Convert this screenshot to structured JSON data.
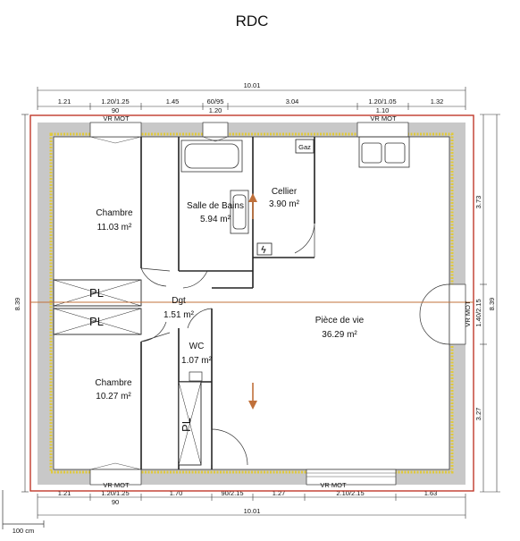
{
  "title": "RDC",
  "rooms": {
    "chambre1": {
      "name": "Chambre",
      "area": "11.03 m²"
    },
    "chambre2": {
      "name": "Chambre",
      "area": "10.27 m²"
    },
    "sdb": {
      "name": "Salle de Bains",
      "area": "5.94 m²"
    },
    "cellier": {
      "name": "Cellier",
      "area": "3.90 m²"
    },
    "dgt": {
      "name": "Dgt",
      "area": "1.51 m²"
    },
    "wc": {
      "name": "WC",
      "area": "1.07 m²"
    },
    "sejour": {
      "name": "Pièce de vie",
      "area": "36.29 m²"
    }
  },
  "labels": {
    "gaz": "Gaz",
    "pl1": "PL",
    "pl2": "PL",
    "pl3": "PL",
    "vrmot_top_left": "VR MOT",
    "vrmot_top_right": "VR MOT",
    "vrmot_bottom_left": "VR MOT",
    "vrmot_bottom_right": "VR MOT",
    "vrmot_right": "VR MOT",
    "scale": "100 cm"
  },
  "dims": {
    "top_total": "10.01",
    "top": [
      "1.21",
      "1.20/1.25",
      "1.45",
      "60/95",
      "3.04",
      "1.20/1.05",
      "1.32"
    ],
    "top_sub": [
      "90",
      "1.20",
      "1.10"
    ],
    "bottom": [
      "1.21",
      "1.20/1.25",
      "1.70",
      "90/2.15",
      "1.27",
      "2.10/2.15",
      "1.63"
    ],
    "bottom_sub": "90",
    "bottom_total": "10.01",
    "left_total": "8.39",
    "right_total": "8.39",
    "right": [
      "3.73",
      "1.40/2.15",
      "3.27"
    ]
  },
  "colors": {
    "wall": "#c8c8c8",
    "insulation": "#e8d65a",
    "outline": "#c0392b",
    "arrow": "#c0703a",
    "line": "#222222"
  }
}
